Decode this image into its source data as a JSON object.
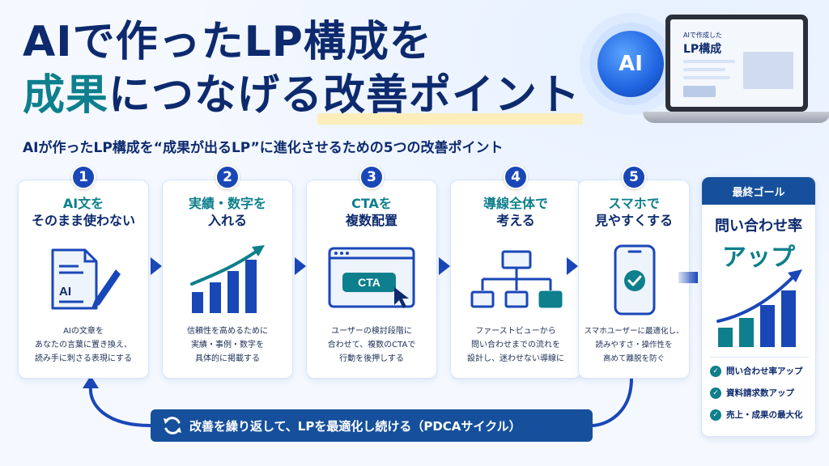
{
  "header": {
    "title_line1": "AIで作ったLP構成を",
    "title_line2_highlight": "成果",
    "title_line2_rest": "につなげる改善ポイント",
    "subtitle": "AIが作ったLP構成を“成果が出るLP”に進化させるための5つの改善ポイント"
  },
  "laptop": {
    "orb_label": "AI",
    "screen_small": "AIで作成した",
    "screen_big": "LP構成"
  },
  "steps": [
    {
      "num": "1",
      "title_a": "AI文を",
      "title_b": "そのまま使わない",
      "desc": [
        "AIの文章を",
        "あなたの言葉に置き換え、",
        "読み手に刺さる表現にする"
      ],
      "icon_text": "AI"
    },
    {
      "num": "2",
      "title_a": "実績・数字を",
      "title_b": "入れる",
      "desc": [
        "信頼性を高めるために",
        "実績・事例・数字を",
        "具体的に掲載する"
      ]
    },
    {
      "num": "3",
      "title_a": "CTAを",
      "title_b": "複数配置",
      "desc": [
        "ユーザーの検討段階に",
        "合わせて、複数のCTAで",
        "行動を後押しする"
      ],
      "icon_text": "CTA"
    },
    {
      "num": "4",
      "title_a": "導線全体で",
      "title_b": "考える",
      "desc": [
        "ファーストビューから",
        "問い合わせまでの流れを",
        "設計し、迷わせない導線に"
      ]
    },
    {
      "num": "5",
      "title_a": "スマホで",
      "title_b": "見やすくする",
      "desc": [
        "スマホユーザーに最適化し、",
        "読みやすさ・操作性を",
        "高めて離脱を防ぐ"
      ]
    }
  ],
  "goal": {
    "header": "最終ゴール",
    "title1": "問い合わせ率",
    "title2": "アップ",
    "items": [
      "問い合わせ率アップ",
      "資料請求数アップ",
      "売上・成果の最大化"
    ]
  },
  "pdca": {
    "label": "改善を繰り返して、LPを最適化し続ける（PDCAサイクル）"
  },
  "colors": {
    "navy": "#0d2a6e",
    "teal": "#0e7f8c",
    "blue": "#1a47b8",
    "goal_header": "#16509c"
  }
}
